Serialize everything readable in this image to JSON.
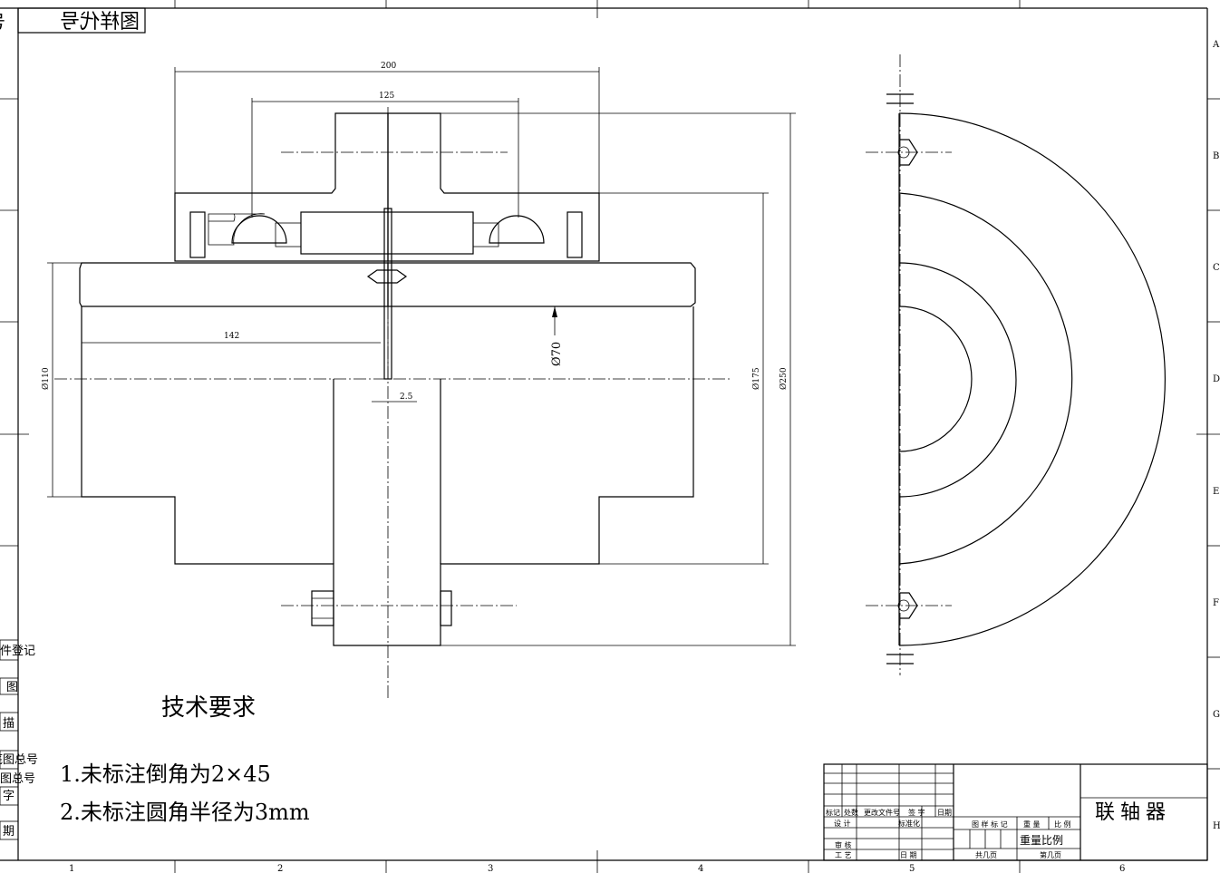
{
  "drawing": {
    "title_mirrored": "图样代号",
    "zone_columns": [
      "1",
      "2",
      "3",
      "4",
      "5",
      "6"
    ],
    "zone_rows": [
      "A",
      "B",
      "C",
      "D",
      "E",
      "F",
      "G",
      "H"
    ],
    "left_strip": [
      "件登记",
      "图",
      "描",
      "底图总号",
      "图总号",
      "字",
      "期"
    ]
  },
  "dimensions": {
    "d200": "200",
    "d125": "125",
    "d142": "142",
    "d2_5": "2.5",
    "d70": "Ø70",
    "d110": "Ø110",
    "d175": "Ø175",
    "d250": "Ø250"
  },
  "notes": {
    "heading": "技术要求",
    "items": [
      "1.未标注倒角为2×45",
      "2.未标注圆角半径为3mm"
    ]
  },
  "title_block": {
    "part_name": "联轴器",
    "mark_count": "标记",
    "qty": "处数",
    "change_doc": "更改文件号",
    "sign": "签 字",
    "date": "日期",
    "design": "设 计",
    "standard": "标准化",
    "drawing_mark": "图 样 标 记",
    "weight": "重 量",
    "scale": "比 例",
    "weight_scale": "重量比例",
    "check": "审 核",
    "process": "工 艺",
    "date2": "日 期",
    "total_pages": "共几页",
    "page_no": "第几页"
  }
}
